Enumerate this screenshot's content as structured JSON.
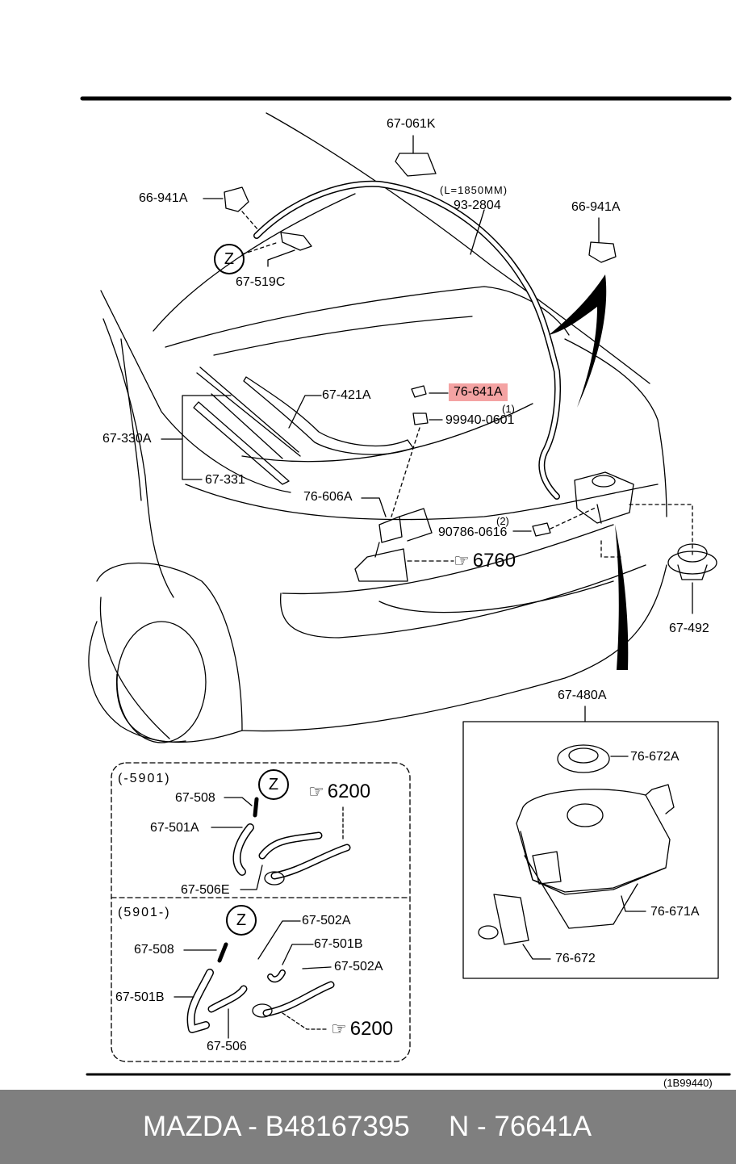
{
  "labels": {
    "p67_061K": "67-061K",
    "p66_941A_left": "66-941A",
    "p66_941A_right": "66-941A",
    "length_note": "(L=1850MM)",
    "p93_2804": "93-2804",
    "ref_z_top": "Z",
    "p67_519C": "67-519C",
    "p67_421A": "67-421A",
    "p76_641A": "76-641A",
    "qty_1": "(1)",
    "p99940_0601": "99940-0601",
    "p67_330A": "67-330A",
    "p67_331": "67-331",
    "p76_606A": "76-606A",
    "qty_2": "(2)",
    "p90786_0616": "90786-0616",
    "ref_6760": "6760",
    "p67_492": "67-492",
    "p67_480A": "67-480A",
    "p76_672A": "76-672A",
    "p76_671A": "76-671A",
    "p76_672": "76-672",
    "box1_range": "(-5901)",
    "box1_z": "Z",
    "box1_ref": "6200",
    "box1_67_508": "67-508",
    "box1_67_501A": "67-501A",
    "box1_67_506E": "67-506E",
    "box2_range": "(5901-)",
    "box2_z": "Z",
    "box2_67_502A_a": "67-502A",
    "box2_67_501B_a": "67-501B",
    "box2_67_502A_b": "67-502A",
    "box2_67_508": "67-508",
    "box2_67_501B_b": "67-501B",
    "box2_67_506": "67-506",
    "box2_ref": "6200",
    "diagram_code": "(1B99440)"
  },
  "highlight_color": "#f4a3a3",
  "footer": {
    "brand": "MAZDA - B48167395",
    "part": "N - 76641A"
  }
}
